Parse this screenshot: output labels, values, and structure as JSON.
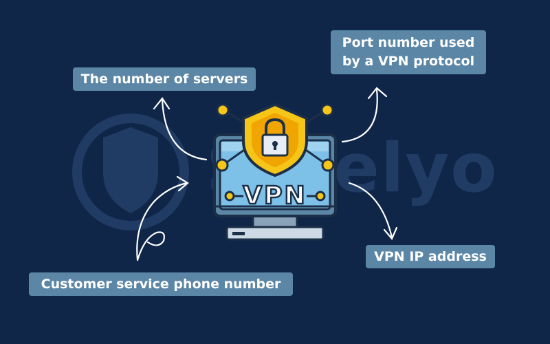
{
  "labels": {
    "servers": "The number of servers",
    "port_line1": "Port number used",
    "port_line2": "by a VPN protocol",
    "ip": "VPN IP address",
    "phone": "Customer service phone number"
  },
  "monitor": {
    "screen_text": "VPN"
  },
  "watermark": {
    "text": "Safelyo"
  },
  "colors": {
    "background": "#0f2648",
    "label_bg": "#5b86a6",
    "shield": "#f5c518",
    "screen": "#6fb3dd",
    "node": "#f5c518"
  },
  "icons": [
    "shield-lock-icon",
    "monitor-icon",
    "lock-icon",
    "arrow-icon"
  ]
}
